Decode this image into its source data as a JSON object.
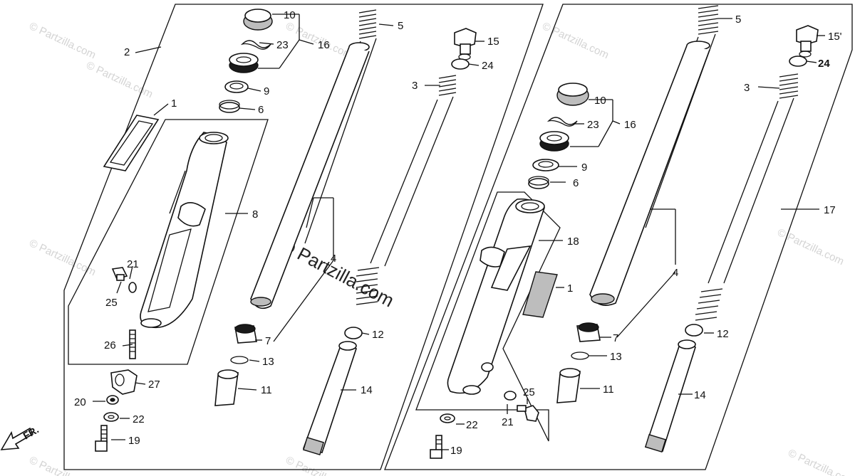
{
  "watermark": {
    "text": "© Partzilla.com",
    "center_text": "© Partzilla.com"
  },
  "direction_indicator": {
    "label": "FR."
  },
  "left_assembly": {
    "labels": {
      "l2": "2",
      "l10": "10",
      "l23": "23",
      "l16": "16",
      "l9": "9",
      "l6": "6",
      "l1": "1",
      "l8": "8",
      "l21": "21",
      "l25": "25",
      "l26": "26",
      "l27": "27",
      "l20": "20",
      "l22": "22",
      "l19": "19",
      "l5": "5",
      "l4": "4",
      "l7": "7",
      "l13": "13",
      "l11": "11",
      "l15": "15",
      "l24": "24",
      "l3": "3",
      "l12": "12",
      "l14": "14"
    }
  },
  "right_assembly": {
    "labels": {
      "r5": "5",
      "r15": "15'",
      "r24": "24",
      "r3": "3",
      "r10": "10",
      "r23": "23",
      "r16": "16",
      "r9": "9",
      "r6": "6",
      "r18": "18",
      "r1": "1",
      "r17": "17",
      "r4": "4",
      "r7": "7",
      "r12": "12",
      "r13": "13",
      "r11": "11",
      "r14": "14",
      "r25": "25",
      "r21": "21",
      "r22": "22",
      "r19": "19"
    }
  }
}
